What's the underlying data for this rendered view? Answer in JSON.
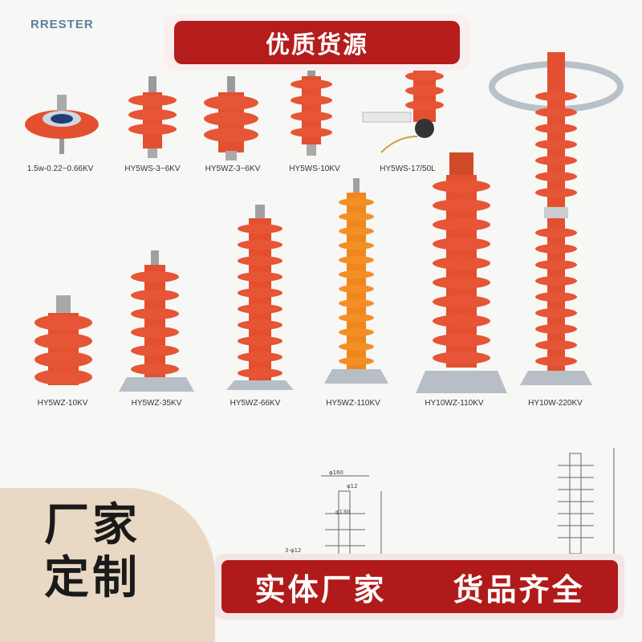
{
  "brand_text": "RRESTER",
  "top_banner": "优质货源",
  "products": [
    "1.5w-0.22~0.66KV",
    "HY5WS-3~6KV",
    "HY5WZ-3~6KV",
    "HY5WS-10KV",
    "HY5WS-17/50L",
    "HY5WZ-10KV",
    "HY5WZ-35KV",
    "HY5WZ-66KV",
    "HY5WZ-110KV",
    "HY10WZ-110KV",
    "HY10W-220KV"
  ],
  "drawing_dims": [
    "φ160",
    "φ12",
    "φ130",
    "3-φ12"
  ],
  "corner_text": [
    "厂家",
    "定制"
  ],
  "bottom_banner": [
    "实体厂家",
    "货品齐全"
  ],
  "colors": {
    "insulator": "#e2502f",
    "banner": "#b51c1c",
    "corner": "#e9d9c4"
  }
}
